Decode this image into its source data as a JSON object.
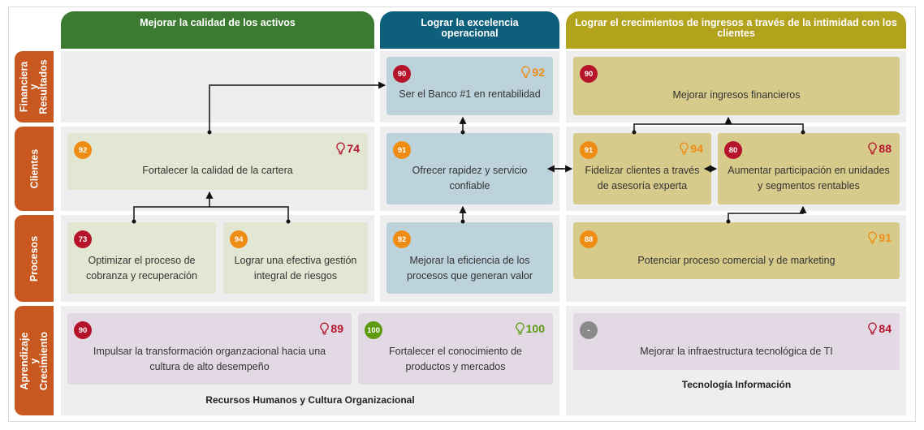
{
  "columns": {
    "c1": {
      "title": "Mejorar la calidad de los activos",
      "color": "#3c7a32"
    },
    "c2": {
      "title": "Lograr la excelencia operacional",
      "color": "#0e5f7b"
    },
    "c3": {
      "title": "Lograr el crecimientos de ingresos a través de la intimidad con los clientes",
      "color": "#b3a21c"
    }
  },
  "rows": {
    "r1": "Financiera y Resultados",
    "r2": "Clientes",
    "r3": "Procesos",
    "r4": "Aprendizaje y Crecimiento"
  },
  "objectives": {
    "banco": {
      "label": "Ser el Banco #1 en rentabilidad",
      "badge": "90",
      "score": "92",
      "badge_color": "red",
      "score_color": "orange",
      "icon": "lightbulb-icon"
    },
    "ingresos": {
      "label": "Mejorar ingresos financieros",
      "badge": "90",
      "badge_color": "red"
    },
    "cartera": {
      "label": "Fortalecer la calidad de la cartera",
      "badge": "92",
      "score": "74",
      "badge_color": "orange",
      "score_color": "red",
      "icon": "lightbulb-icon"
    },
    "rapidez": {
      "label": "Ofrecer rapidez y servicio confiable",
      "badge": "91",
      "badge_color": "orange"
    },
    "fidelizar": {
      "label": "Fidelizar clientes a través de asesoría experta",
      "badge": "91",
      "score": "94",
      "badge_color": "orange",
      "score_color": "orange",
      "icon": "lightbulb-icon"
    },
    "participacion": {
      "label": "Aumentar participación en unidades y segmentos rentables",
      "badge": "80",
      "score": "88",
      "badge_color": "red",
      "score_color": "red",
      "icon": "lightbulb-icon"
    },
    "cobranza": {
      "label": "Optimizar el proceso de cobranza y recuperación",
      "badge": "73",
      "badge_color": "red"
    },
    "riesgos": {
      "label": "Lograr una efectiva gestión integral de riesgos",
      "badge": "94",
      "badge_color": "orange"
    },
    "eficiencia": {
      "label": "Mejorar la eficiencia de los procesos que generan valor",
      "badge": "92",
      "badge_color": "orange"
    },
    "comercial": {
      "label": "Potenciar proceso comercial y de marketing",
      "badge": "88",
      "score": "91",
      "badge_color": "orange",
      "score_color": "orange",
      "icon": "lightbulb-icon"
    },
    "transformacion": {
      "label": "Impulsar la transformación organzacional hacia una cultura de alto desempeño",
      "badge": "90",
      "score": "89",
      "badge_color": "red",
      "score_color": "red",
      "icon": "lightbulb-icon"
    },
    "conocimiento": {
      "label": "Fortalecer el conocimiento de productos y mercados",
      "badge": "100",
      "score": "100",
      "badge_color": "green",
      "score_color": "green",
      "icon": "lightbulb-icon"
    },
    "infraestructura": {
      "label": "Mejorar la infraestructura tecnológica de TI",
      "badge": "-",
      "score": "84",
      "badge_color": "grey",
      "score_color": "red",
      "icon": "lightbulb-icon"
    }
  },
  "footers": {
    "rrhh": "Recursos Humanos y Cultura Organizacional",
    "tecnologia": "Tecnología Información"
  },
  "colors": {
    "row_label": "#c8581f",
    "green_box": "#e1e7d3",
    "blue_box": "#bdd3dc",
    "olive_box": "#d6cb8a",
    "purple_box": "#e2d9e4",
    "badge_orange": "#ef8c13",
    "badge_red": "#b5142b",
    "badge_green": "#5d9a10",
    "badge_grey": "#8a8a8a"
  }
}
